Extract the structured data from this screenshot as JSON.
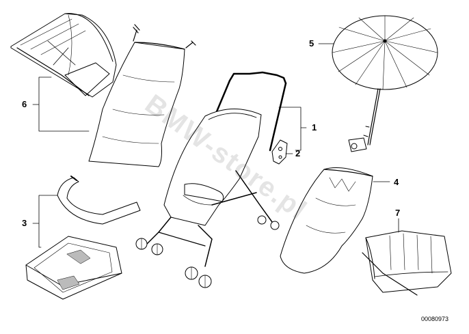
{
  "diagram": {
    "callouts": [
      {
        "id": "1",
        "label": "1"
      },
      {
        "id": "2",
        "label": "2"
      },
      {
        "id": "3",
        "label": "3"
      },
      {
        "id": "4",
        "label": "4"
      },
      {
        "id": "5",
        "label": "5"
      },
      {
        "id": "6",
        "label": "6"
      },
      {
        "id": "7",
        "label": "7"
      }
    ],
    "image_number": "00080973",
    "watermark": "BMW-store.pl"
  },
  "colors": {
    "line": "#000000",
    "fill": "#ffffff",
    "watermark": "#5a5a5a"
  }
}
